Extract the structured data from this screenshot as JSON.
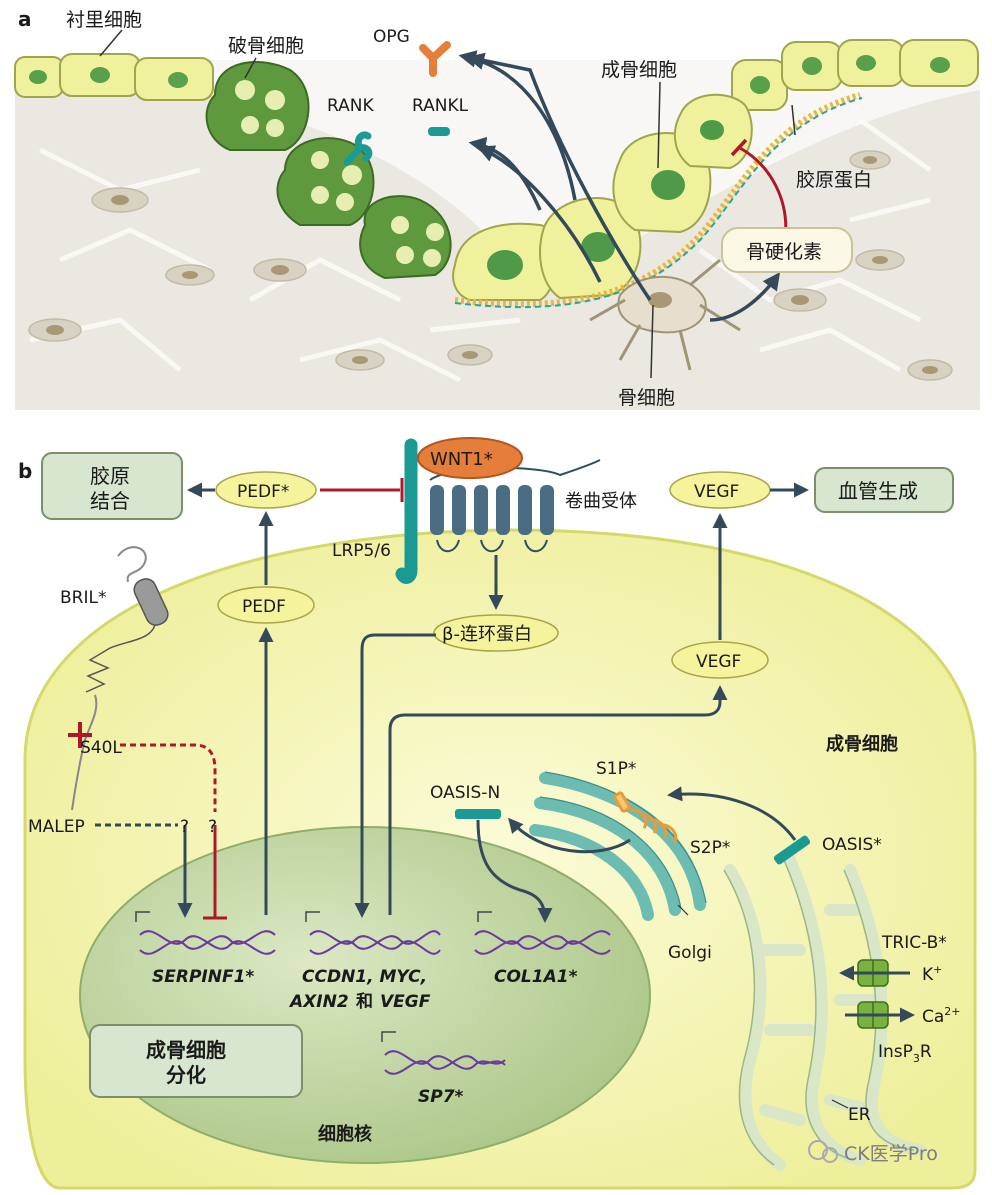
{
  "panel_a": {
    "letter": "a",
    "lining_cells": "衬里细胞",
    "osteoclast": "破骨细胞",
    "opg": "OPG",
    "rank": "RANK",
    "rankl": "RANKL",
    "osteoblast": "成骨细胞",
    "collagen": "胶原蛋白",
    "sclerostin": "骨硬化素",
    "osteocyte": "骨细胞"
  },
  "panel_b": {
    "letter": "b",
    "collagen_binding_1": "胶原",
    "collagen_binding_2": "结合",
    "pedf_star": "PEDF*",
    "wnt1": "WNT1*",
    "frizzled": "卷曲受体",
    "lrp": "LRP5/6",
    "vegf_out": "VEGF",
    "angiogenesis": "血管生成",
    "bril": "BRIL*",
    "pedf": "PEDF",
    "beta_catenin": "β-连环蛋白",
    "vegf_in": "VEGF",
    "s40l": "S40L",
    "malep": "MALEP",
    "q1": "?",
    "q2": "?",
    "osteoblast": "成骨细胞",
    "s1p": "S1P*",
    "oasis_n": "OASIS-N",
    "s2p": "S2P*",
    "oasis": "OASIS*",
    "serpinf1": "SERPINF1*",
    "ccdn1_1": "CCDN1, MYC,",
    "ccdn1_2a": "AXIN2",
    "ccdn1_2b": "和",
    "ccdn1_2c": "VEGF",
    "col1a1": "COL1A1*",
    "golgi": "Golgi",
    "tricb": "TRIC-B*",
    "k": "K",
    "k_sup": "+",
    "ca": "Ca",
    "ca_sup": "2+",
    "insp3r_a": "InsP",
    "insp3r_sub": "3",
    "insp3r_b": "R",
    "diff_1": "成骨细胞",
    "diff_2": "分化",
    "sp7": "SP7*",
    "er": "ER",
    "nucleus": "细胞核"
  },
  "watermark": "CK医学Pro",
  "colors": {
    "arrow": "#34495a",
    "inhibit": "#b0182a",
    "cell_yellow": "#f3f3a6",
    "osteoclast_green": "#5e9a3d",
    "teal": "#1b9a93",
    "bone": "#ece9e1"
  }
}
